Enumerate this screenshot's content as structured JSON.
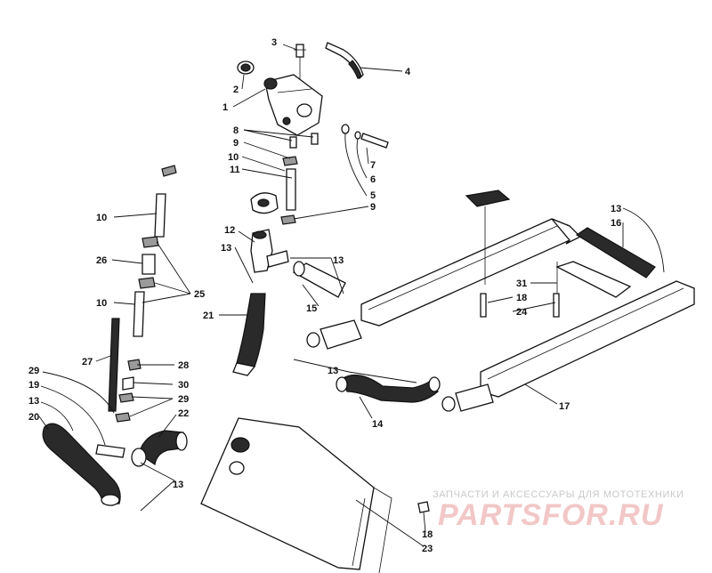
{
  "callouts": [
    {
      "id": "c1",
      "label": "1"
    },
    {
      "id": "c2",
      "label": "2"
    },
    {
      "id": "c3",
      "label": "3"
    },
    {
      "id": "c4",
      "label": "4"
    },
    {
      "id": "c5",
      "label": "5"
    },
    {
      "id": "c6",
      "label": "6"
    },
    {
      "id": "c7",
      "label": "7"
    },
    {
      "id": "c8",
      "label": "8"
    },
    {
      "id": "c9a",
      "label": "9"
    },
    {
      "id": "c9b",
      "label": "9"
    },
    {
      "id": "c10a",
      "label": "10"
    },
    {
      "id": "c10b",
      "label": "10"
    },
    {
      "id": "c10c",
      "label": "10"
    },
    {
      "id": "c11",
      "label": "11"
    },
    {
      "id": "c12",
      "label": "12"
    },
    {
      "id": "c13a",
      "label": "13"
    },
    {
      "id": "c13b",
      "label": "13"
    },
    {
      "id": "c13c",
      "label": "13"
    },
    {
      "id": "c13d",
      "label": "13"
    },
    {
      "id": "c13e",
      "label": "13"
    },
    {
      "id": "c13f",
      "label": "13"
    },
    {
      "id": "c14",
      "label": "14"
    },
    {
      "id": "c15",
      "label": "15"
    },
    {
      "id": "c16",
      "label": "16"
    },
    {
      "id": "c17",
      "label": "17"
    },
    {
      "id": "c18a",
      "label": "18"
    },
    {
      "id": "c18b",
      "label": "18"
    },
    {
      "id": "c19",
      "label": "19"
    },
    {
      "id": "c20",
      "label": "20"
    },
    {
      "id": "c21",
      "label": "21"
    },
    {
      "id": "c22",
      "label": "22"
    },
    {
      "id": "c23",
      "label": "23"
    },
    {
      "id": "c24",
      "label": "24"
    },
    {
      "id": "c25",
      "label": "25"
    },
    {
      "id": "c26",
      "label": "26"
    },
    {
      "id": "c27",
      "label": "27"
    },
    {
      "id": "c28",
      "label": "28"
    },
    {
      "id": "c29a",
      "label": "29"
    },
    {
      "id": "c29b",
      "label": "29"
    },
    {
      "id": "c30",
      "label": "30"
    },
    {
      "id": "c31",
      "label": "31"
    }
  ],
  "watermark": {
    "caption": "ЗАПЧАСТИ И АКСЕССУАРЫ ДЛЯ МОТОТЕХНИКИ",
    "logo": "PARTSFOR.RU"
  }
}
